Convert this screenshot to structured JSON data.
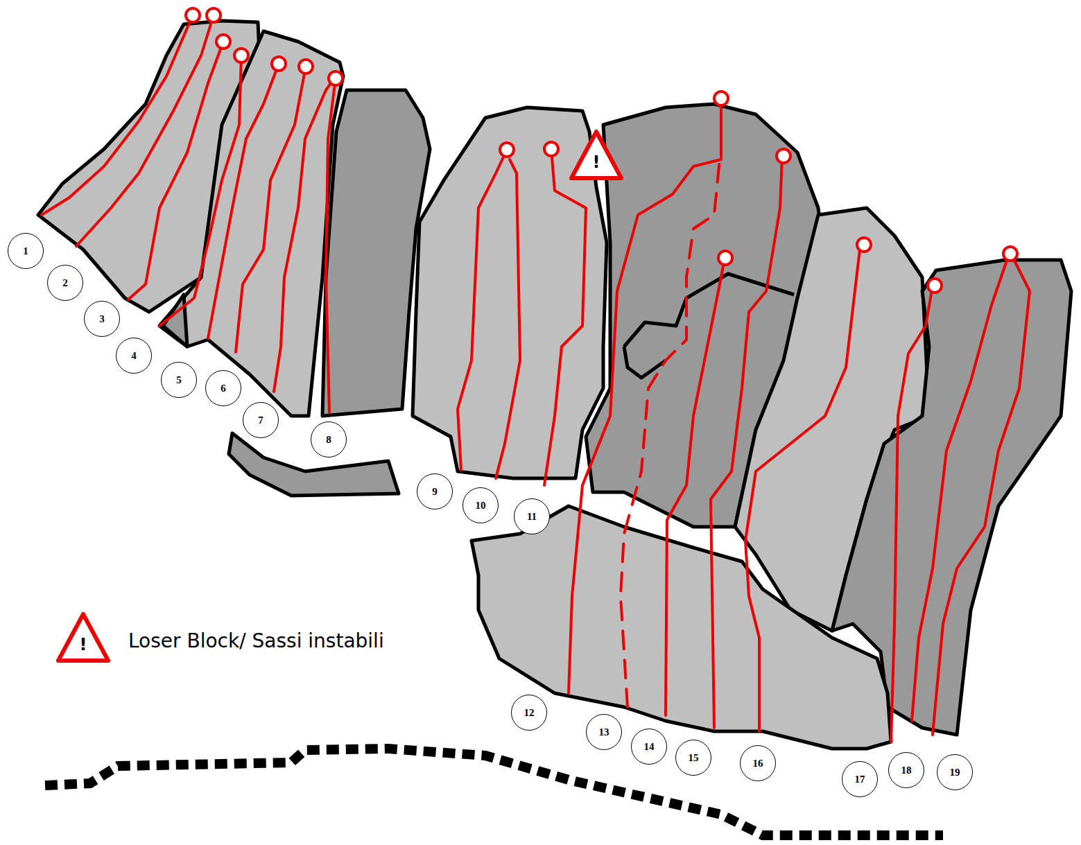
{
  "diagram": {
    "nodes": [
      {
        "text": [
          "1"
        ]
      },
      {
        "text": [
          "2"
        ]
      },
      {
        "text": [
          "3"
        ]
      },
      {
        "text": [
          "4"
        ]
      },
      {
        "text": [
          "5"
        ]
      },
      {
        "text": [
          "6"
        ]
      },
      {
        "text": [
          "7"
        ]
      },
      {
        "text": [
          "8"
        ]
      },
      {
        "text": [
          "9"
        ]
      },
      {
        "text": [
          "10"
        ]
      },
      {
        "text": [
          "11"
        ]
      },
      {
        "text": [
          "12"
        ]
      },
      {
        "text": [
          "13"
        ]
      },
      {
        "text": [
          "14"
        ]
      },
      {
        "text": [
          "15"
        ]
      },
      {
        "text": [
          "16"
        ]
      },
      {
        "text": [
          "17"
        ]
      },
      {
        "text": [
          "18"
        ]
      },
      {
        "text": [
          "19"
        ]
      }
    ],
    "labels": [
      "!",
      "!"
    ],
    "legend": [
      {
        "text": "Loser Block/ Sassi instabili"
      }
    ]
  }
}
